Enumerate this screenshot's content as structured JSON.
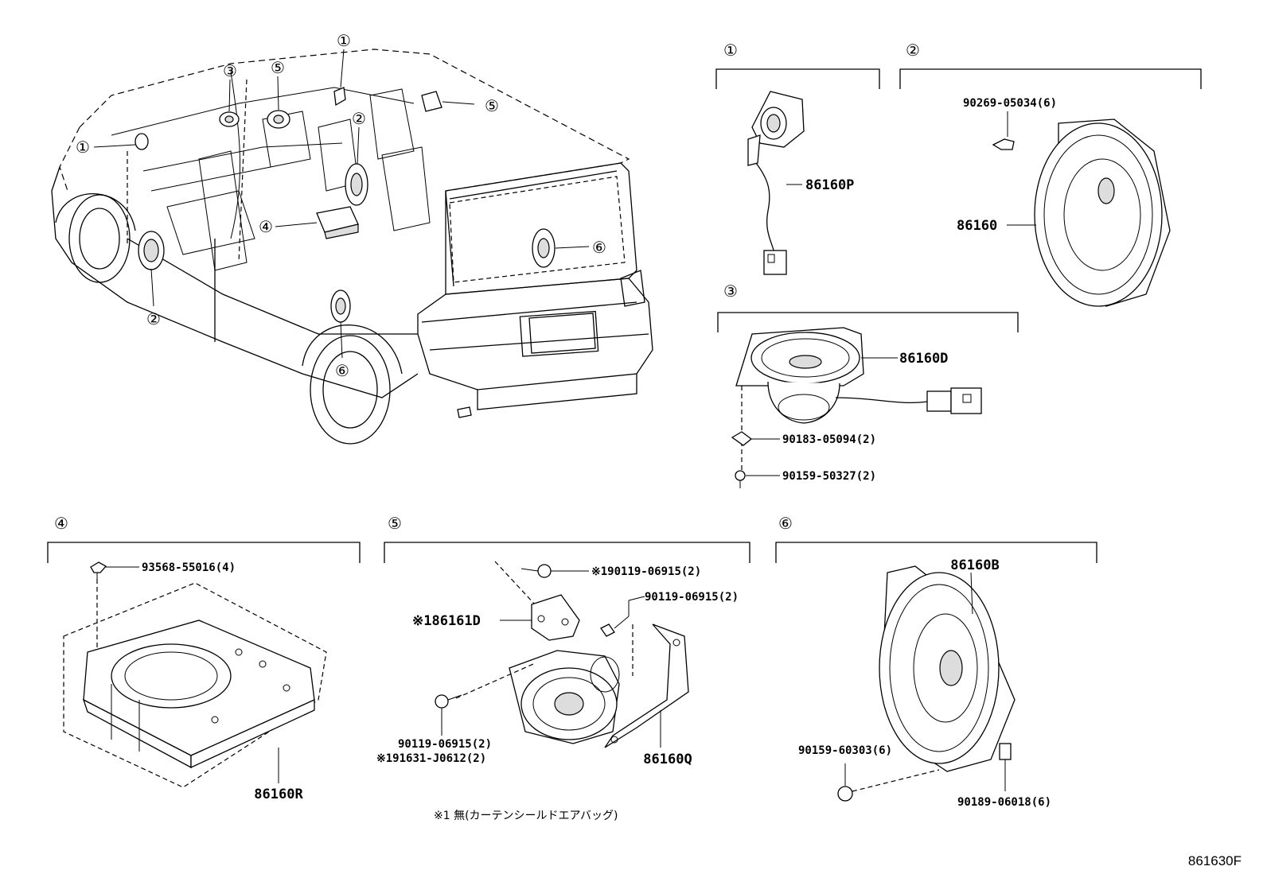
{
  "sections": [
    {
      "num": "①",
      "parts": [
        {
          "label": "86160P"
        }
      ]
    },
    {
      "num": "②",
      "parts": [
        {
          "label": "90269-05034(6)"
        },
        {
          "label": "86160"
        }
      ]
    },
    {
      "num": "③",
      "parts": [
        {
          "label": "86160D"
        },
        {
          "label": "90183-05094(2)"
        },
        {
          "label": "90159-50327(2)"
        }
      ]
    },
    {
      "num": "④",
      "parts": [
        {
          "label": "93568-55016(4)"
        },
        {
          "label": "86160R"
        }
      ]
    },
    {
      "num": "⑤",
      "parts": [
        {
          "label": "※190119-06915(2)"
        },
        {
          "label": "90119-06915(2)"
        },
        {
          "label": "※186161D"
        },
        {
          "label": "90119-06915(2)"
        },
        {
          "label": "※191631-J0612(2)"
        },
        {
          "label": "86160Q"
        }
      ]
    },
    {
      "num": "⑥",
      "parts": [
        {
          "label": "86160B"
        },
        {
          "label": "90159-60303(6)"
        },
        {
          "label": "90189-06018(6)"
        }
      ]
    }
  ],
  "vehicle_callouts": [
    "①",
    "②",
    "③",
    "④",
    "⑤",
    "①",
    "②",
    "⑤",
    "⑥",
    "⑥"
  ],
  "footnote": "※1 無(カーテンシールドエアバッグ)",
  "diagram_code": "861630F"
}
